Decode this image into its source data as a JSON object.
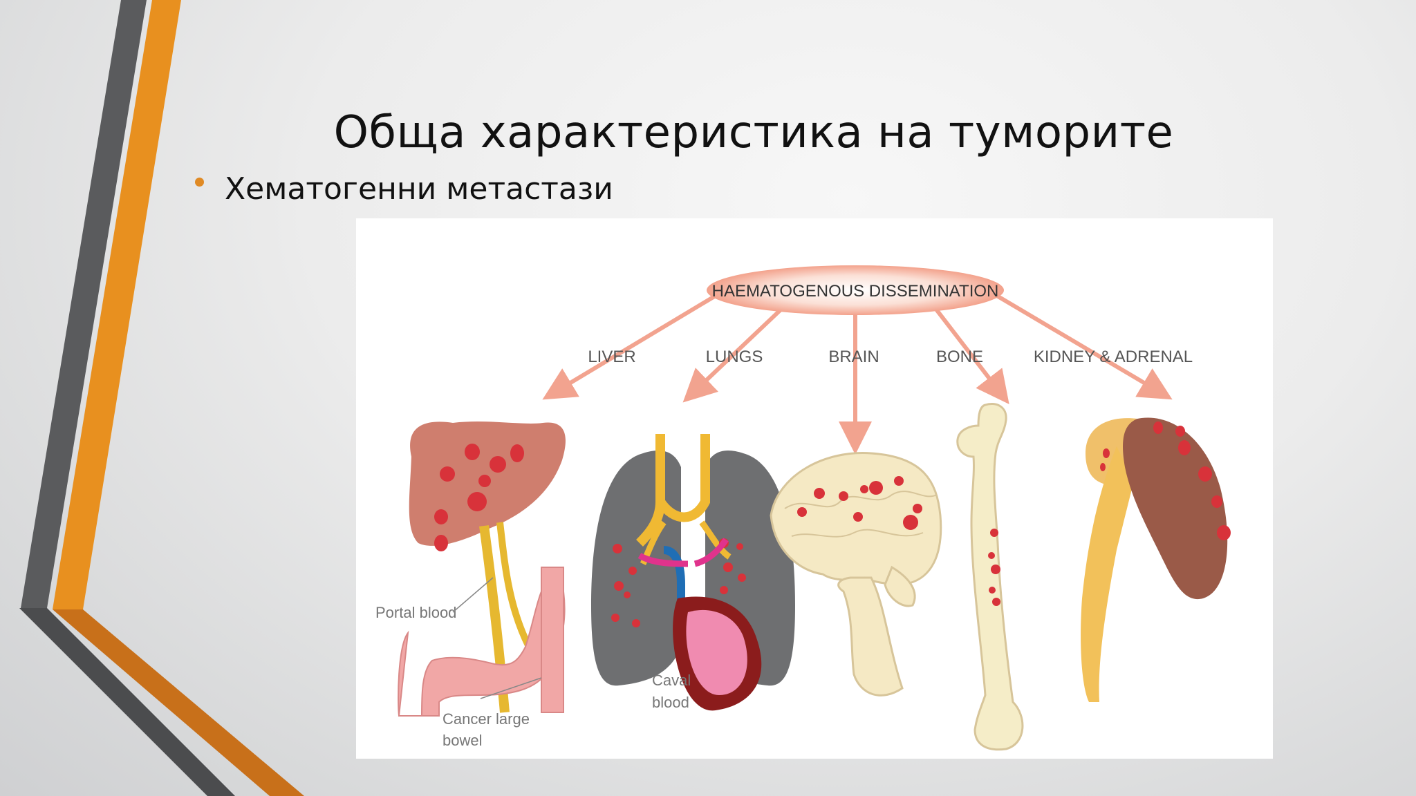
{
  "slide": {
    "title": "Обща характеристика на туморите",
    "bullet": "Хематогенни метастази"
  },
  "diagram": {
    "heading": "HAEMATOGENOUS DISSEMINATION",
    "targets": [
      "LIVER",
      "LUNGS",
      "BRAIN",
      "BONE",
      "KIDNEY & ADRENAL"
    ],
    "labels": {
      "portal_blood": "Portal blood",
      "cancer_large_bowel_line1": "Cancer large",
      "cancer_large_bowel_line2": "bowel",
      "caval_blood_line1": "Caval",
      "caval_blood_line2": "blood"
    }
  },
  "colors": {
    "accent_orange": "#e8901f",
    "accent_dark": "#4a4a4a",
    "arrow": "#f2a38f",
    "metastasis": "#d8323a"
  }
}
